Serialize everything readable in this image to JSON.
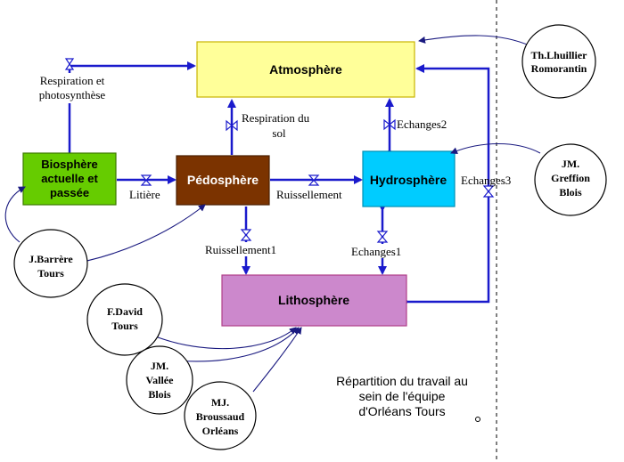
{
  "boxes": {
    "atmosphere": {
      "label": "Atmosphère",
      "fill": "#ffff99",
      "stroke": "#c8b400",
      "text_color": "#000000"
    },
    "biosphere": {
      "lines": [
        "Biosphère",
        "actuelle et",
        "passée"
      ],
      "fill": "#66cc00",
      "stroke": "#3d7a00",
      "text_color": "#000000"
    },
    "pedosphere": {
      "label": "Pédosphère",
      "fill": "#7b3300",
      "stroke": "#4a1f00",
      "text_color": "#ffffff"
    },
    "hydrosphere": {
      "label": "Hydrosphère",
      "fill": "#00ccff",
      "stroke": "#0090b3",
      "text_color": "#000000"
    },
    "lithosphere": {
      "label": "Lithosphère",
      "fill": "#cc88cc",
      "stroke": "#b0408a",
      "text_color": "#000000"
    }
  },
  "flows": {
    "respiration_photosynthese": [
      "Respiration et",
      "photosynthèse"
    ],
    "respiration_sol": [
      "Respiration du",
      "sol"
    ],
    "echanges2": "Echanges2",
    "litiere": "Litière",
    "ruissellement": "Ruissellement",
    "echanges3": "Echanges3",
    "ruissellement1": "Ruissellement1",
    "echanges1": "Echanges1"
  },
  "people": {
    "lhuillier": [
      "Th.Lhuillier",
      "Romorantin"
    ],
    "greffion": [
      "JM.",
      "Greffion",
      "Blois"
    ],
    "barrere": [
      "J.Barrère",
      "Tours"
    ],
    "david": [
      "F.David",
      "Tours"
    ],
    "vallee": [
      "JM.",
      "Vallée",
      "Blois"
    ],
    "broussaud": [
      "MJ.",
      "Broussaud",
      "Orléans"
    ]
  },
  "note": [
    "Répartition du travail au",
    "sein de l'équipe",
    "d'Orléans Tours"
  ],
  "colors": {
    "arrow": "#1a1acc",
    "connector": "#1a1a80",
    "circle_stroke": "#000000",
    "divider": "#000000"
  }
}
